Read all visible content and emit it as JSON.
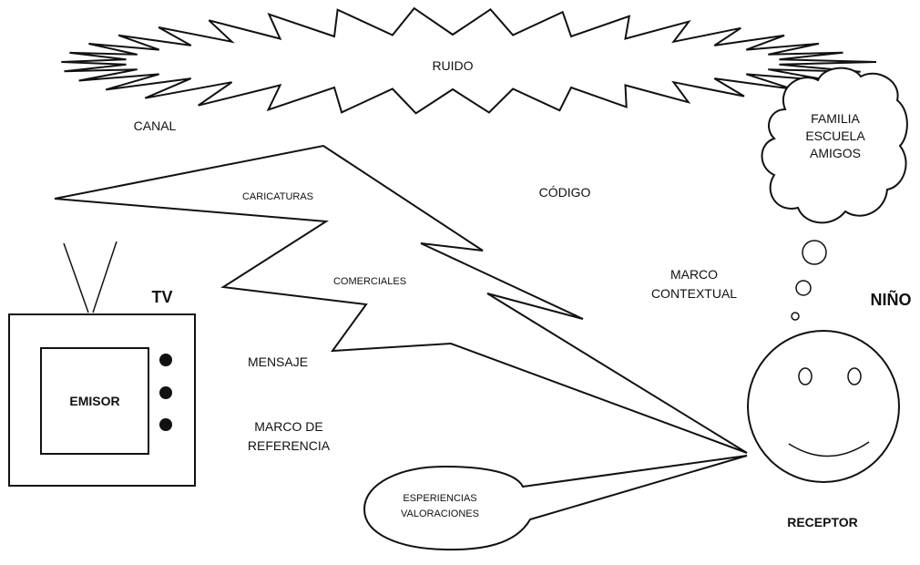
{
  "labels": {
    "ruido": "RUIDO",
    "canal": "CANAL",
    "codigo": "CÓDIGO",
    "caricaturas": "CARICATURAS",
    "comerciales": "COMERCIALES",
    "marco_contextual": [
      "MARCO",
      "CONTEXTUAL"
    ],
    "mensaje": "MENSAJE",
    "marco_referencia": [
      "MARCO DE",
      "REFERENCIA"
    ],
    "tv": "TV",
    "emisor": "EMISOR",
    "nino": "NIÑO",
    "receptor": "RECEPTOR",
    "thought": [
      "FAMILIA",
      "ESCUELA",
      "AMIGOS"
    ],
    "speech": [
      "ESPERIENCIAS",
      "VALORACIONES"
    ]
  }
}
